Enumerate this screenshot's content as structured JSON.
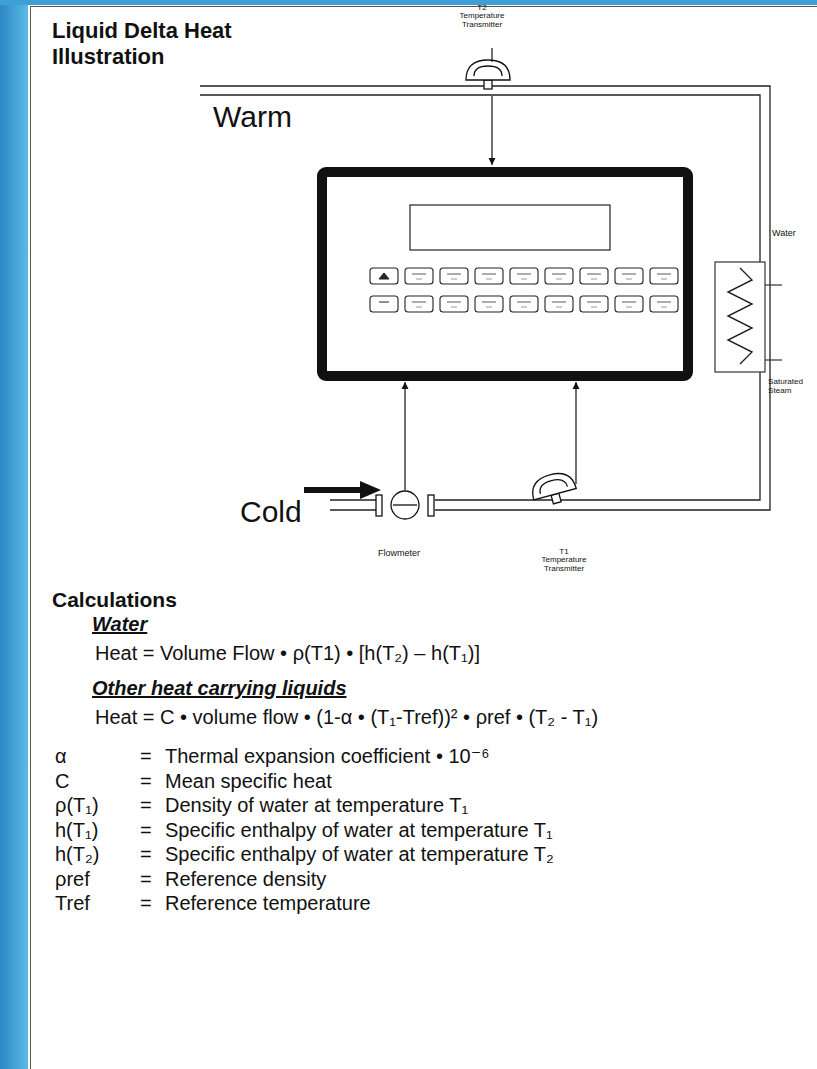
{
  "diagram": {
    "title": "Liquid Delta Heat Illustration",
    "labels": [
      "T2 Temperature Transmitter",
      "Warm",
      "Water",
      "Saturated Steam",
      "Cold",
      "Flowmeter",
      "T1 Temperature Transmitter",
      "Calculations",
      "Water",
      "Heat = Volume Flow • ρ(T1) • [h(T₂) – h(T₁)]",
      "Other heat carrying liquids",
      "Heat = C • volume flow • (1-α • (T₁-Tref))² • ρref • (T₂ - T₁)",
      "α",
      "=",
      "Thermal expansion coefficient • 10⁻⁶",
      "C",
      "=",
      "Mean specific heat",
      "ρ(T₁)",
      "=",
      "Density of water at temperature T₁",
      "h(T₁)",
      "=",
      "Specific enthalpy of water at temperature T₁",
      "h(T₂)",
      "=",
      "Specific enthalpy of water at temperature T₂",
      "ρref",
      "=",
      "Reference density",
      "Tref",
      "=",
      "Reference temperature"
    ]
  }
}
